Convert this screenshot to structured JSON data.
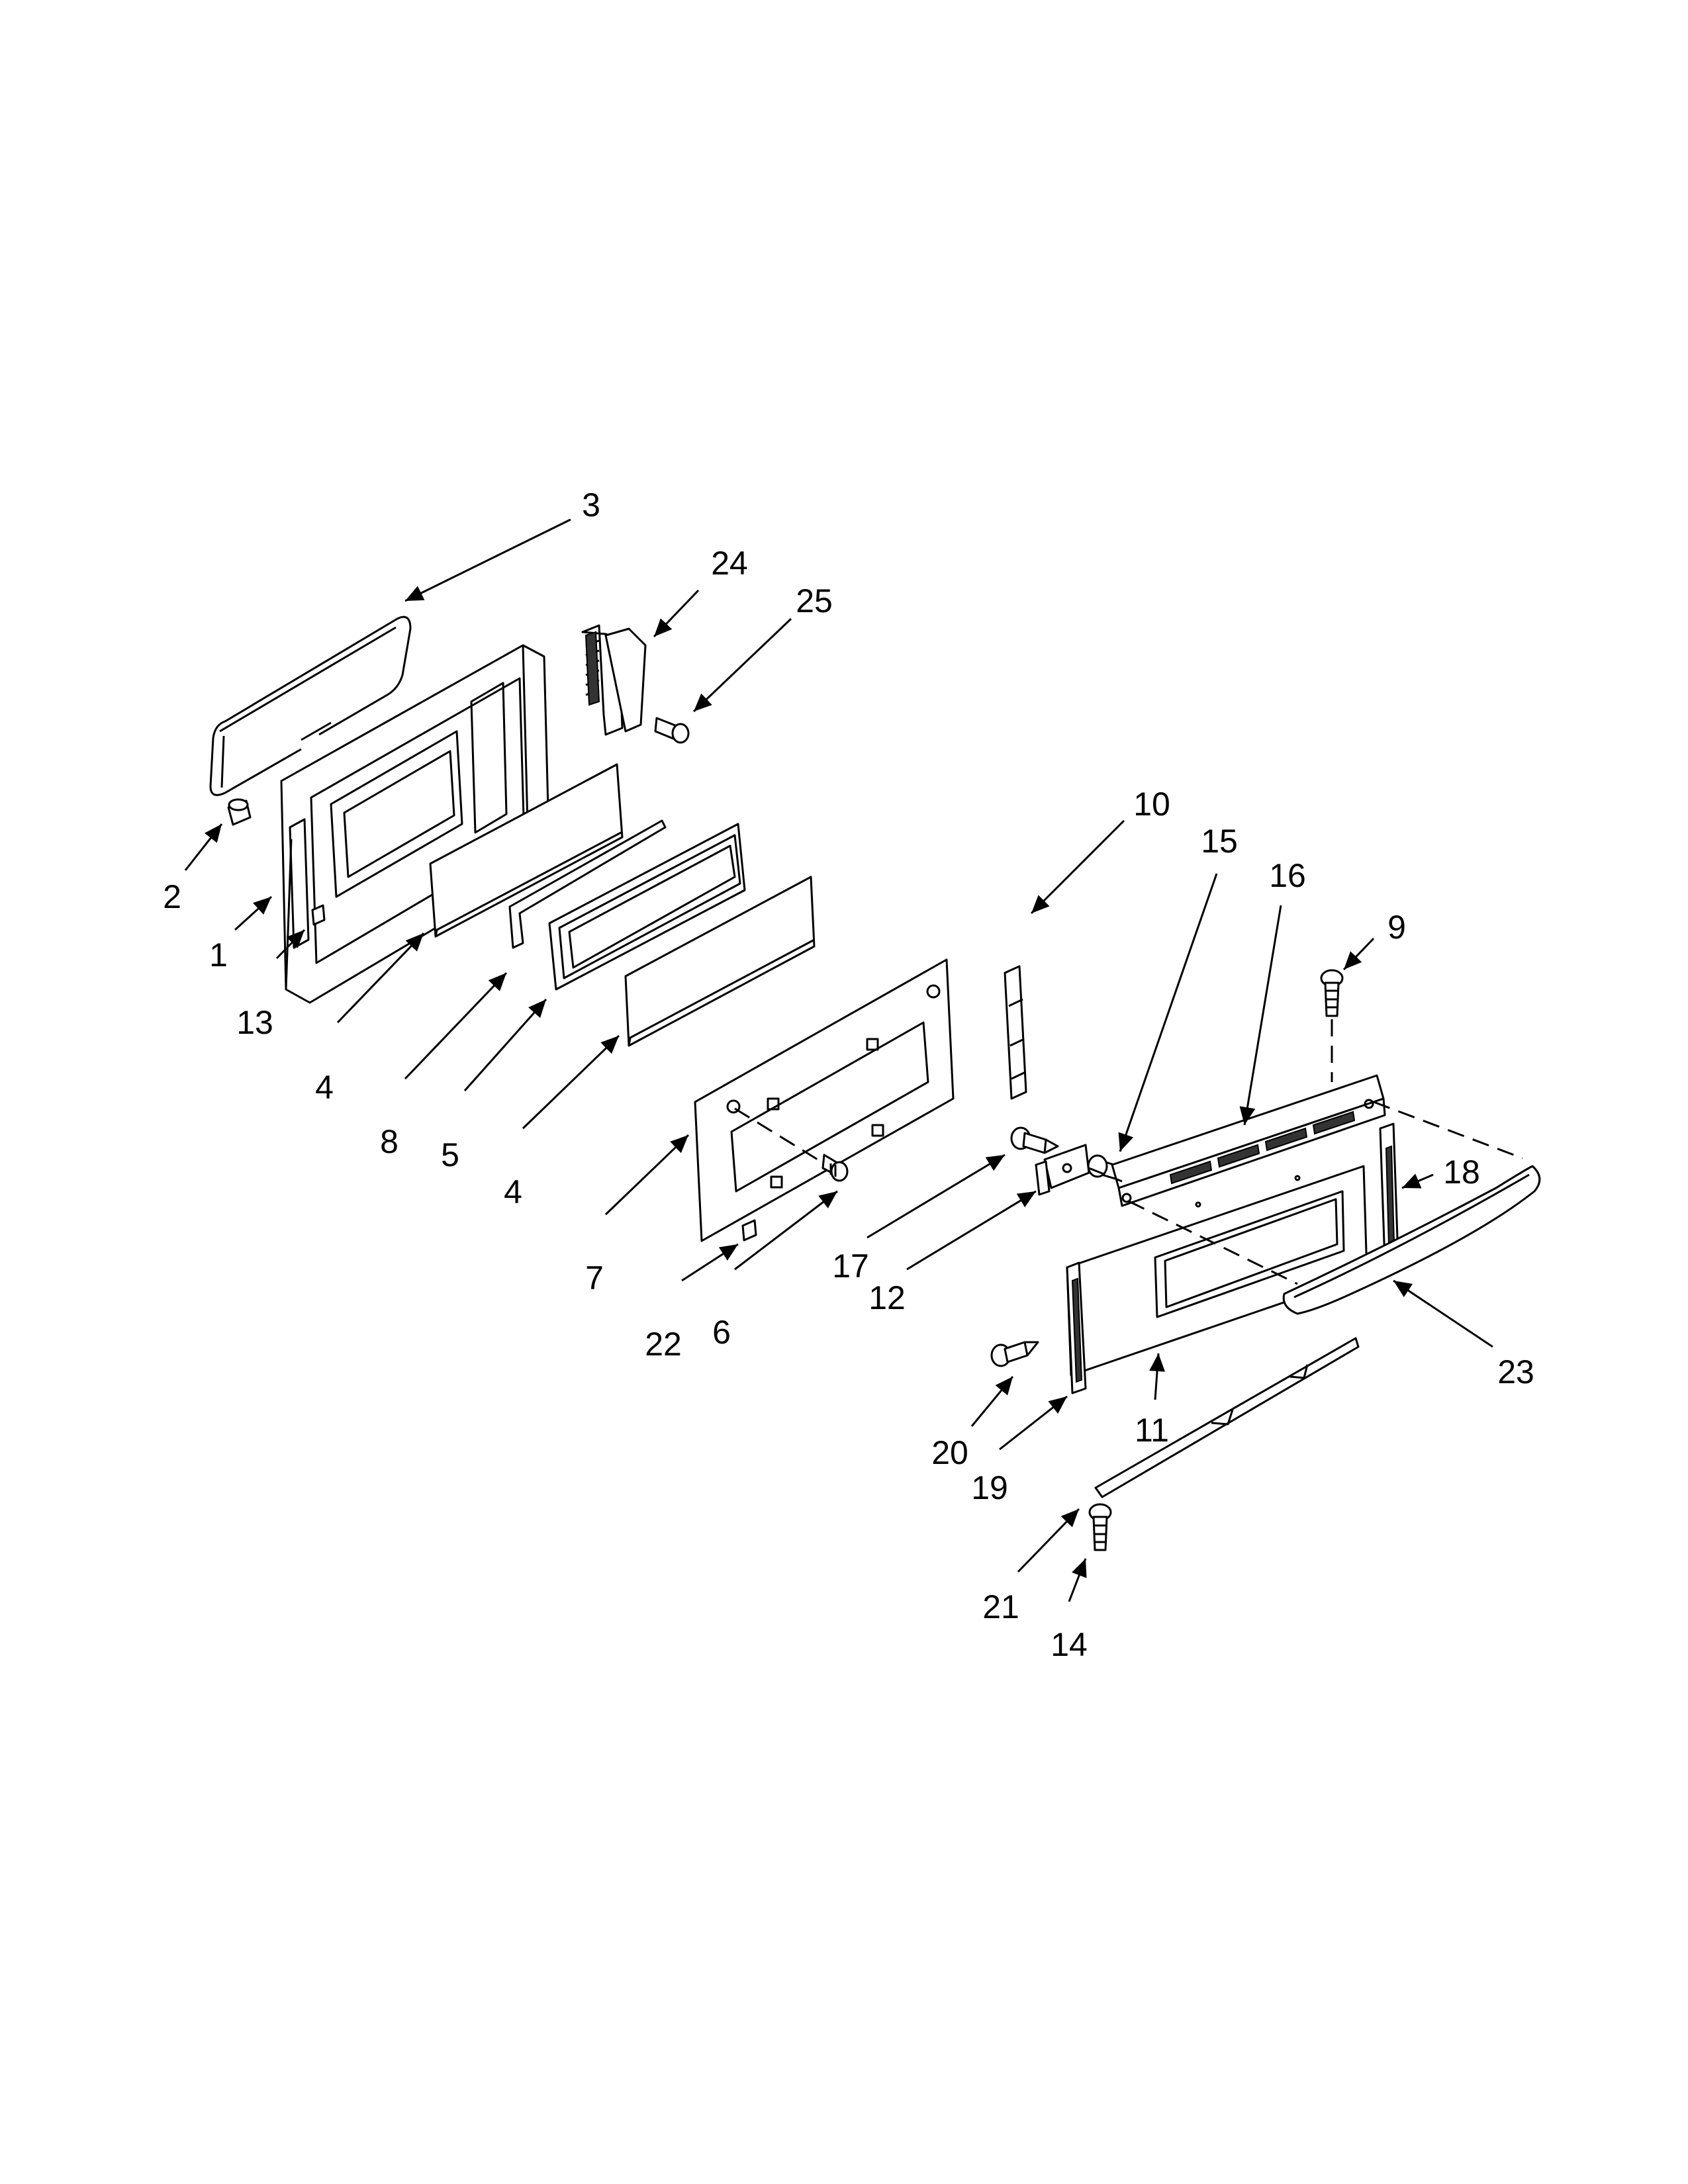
{
  "diagram": {
    "callouts": [
      "3",
      "24",
      "25",
      "2",
      "1",
      "13",
      "4",
      "8",
      "5",
      "4",
      "7",
      "22",
      "6",
      "10",
      "15",
      "16",
      "9",
      "18",
      "17",
      "12",
      "23",
      "11",
      "20",
      "19",
      "21",
      "14"
    ]
  }
}
